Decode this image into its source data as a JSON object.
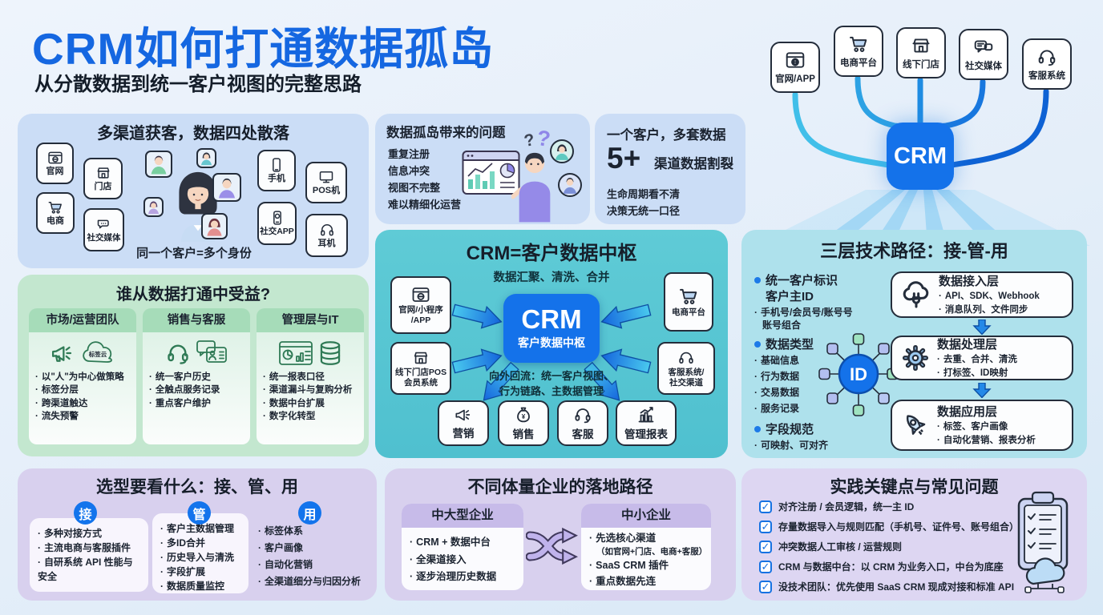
{
  "colors": {
    "title_blue": "#1567e1",
    "crm_blue": "#1472ea",
    "teal_panel": "#57c6d3",
    "cyan_panel": "#aee1ec",
    "blue_panel": "#cbddf6",
    "green_panel": "#c3e7cf",
    "lavender_panel": "#d8d0ee",
    "arrow_blue": "#2489e8"
  },
  "header": {
    "title": "CRM如何打通数据孤岛",
    "subtitle": "从分散数据到统一客户视图的完整思路"
  },
  "funnel": {
    "channels": [
      {
        "label": "官网/APP"
      },
      {
        "label": "电商平台"
      },
      {
        "label": "线下门店"
      },
      {
        "label": "社交媒体"
      },
      {
        "label": "客服系统"
      }
    ],
    "hub": "CRM"
  },
  "panel_channels": {
    "title": "多渠道获客，数据四处散落",
    "caption": "同一个客户=多个身份",
    "sources": [
      {
        "label": "官网"
      },
      {
        "label": "门店"
      },
      {
        "label": "电商"
      },
      {
        "label": "社交媒体"
      },
      {
        "label": "手机"
      },
      {
        "label": "POS机"
      },
      {
        "label": "社交APP"
      },
      {
        "label": "耳机"
      }
    ]
  },
  "panel_problems": {
    "title": "数据孤岛带来的问题",
    "bullets": [
      "重复注册",
      "信息冲突",
      "视图不完整",
      "难以精细化运营"
    ],
    "marks": [
      "?",
      "?"
    ]
  },
  "panel_fragment": {
    "title": "一个客户，多套数据",
    "big_number": "5+",
    "big_label": "渠道数据割裂",
    "bullets": [
      "生命周期看不清",
      "决策无统一口径"
    ]
  },
  "panel_benefit": {
    "title": "谁从数据打通中受益?",
    "columns": [
      {
        "header": "市场/运营团队",
        "cloud_label": "标签云",
        "bullets": [
          "以\"人\"为中心做策略",
          "标签分层",
          "跨渠道触达",
          "流失预警"
        ]
      },
      {
        "header": "销售与客服",
        "bullets": [
          "统一客户历史",
          "全触点服务记录",
          "重点客户维护"
        ]
      },
      {
        "header": "管理层与IT",
        "bullets": [
          "统一报表口径",
          "渠道漏斗与复购分析",
          "数据中台扩展",
          "数字化转型"
        ]
      }
    ]
  },
  "panel_hub": {
    "title": "CRM=客户数据中枢",
    "subtitle": "数据汇聚、清洗、合并",
    "source_left_1a": "官网/小程序",
    "source_left_1b": "/APP",
    "source_left_2a": "线下门店POS",
    "source_left_2b": "会员系统",
    "source_right_1": "电商平台",
    "source_right_2a": "客服系统/",
    "source_right_2b": "社交渠道",
    "center_title": "CRM",
    "center_subtitle": "客户数据中枢",
    "outflow_line1": "向外回流：统一客户视图、",
    "outflow_line2": "行为链路、主数据管理",
    "outputs": [
      {
        "label": "营销"
      },
      {
        "label": "销售"
      },
      {
        "label": "客服"
      },
      {
        "label": "管理报表"
      }
    ]
  },
  "panel_tech": {
    "title": "三层技术路径：接-管-用",
    "id_label": "ID",
    "item1_title": "统一客户标识",
    "item1_sub": "客户主ID",
    "item1_note1": "手机号/会员号/账号号",
    "item1_note2": "账号组合",
    "item2_title": "数据类型",
    "item2_bullets": [
      "基础信息",
      "行为数据",
      "交易数据",
      "服务记录"
    ],
    "item3_title": "字段规范",
    "item3_note": "可映射、可对齐",
    "layers": [
      {
        "title": "数据接入层",
        "bullets": [
          "API、SDK、Webhook",
          "消息队列、文件同步"
        ]
      },
      {
        "title": "数据处理层",
        "bullets": [
          "去重、合并、清洗",
          "打标签、ID映射"
        ]
      },
      {
        "title": "数据应用层",
        "bullets": [
          "标签、客户画像",
          "自动化营销、报表分析"
        ]
      }
    ]
  },
  "panel_select": {
    "title": "选型要看什么：接、管、用",
    "groups": [
      {
        "badge": "接",
        "bullets": [
          "多种对接方式",
          "主流电商与客服插件",
          "自研系统 API 性能与安全"
        ]
      },
      {
        "badge": "管",
        "bullets": [
          "客户主数据管理",
          "多ID合并",
          "历史导入与清洗",
          "字段扩展",
          "数据质量监控"
        ]
      },
      {
        "badge": "用",
        "bullets": [
          "标签体系",
          "客户画像",
          "自动化营销",
          "全渠道细分与归因分析"
        ]
      }
    ]
  },
  "panel_path": {
    "title": "不同体量企业的落地路径",
    "left": {
      "header": "中大型企业",
      "bullets": [
        "CRM + 数据中台",
        "全渠道接入",
        "逐步治理历史数据"
      ]
    },
    "right": {
      "header": "中小企业",
      "bullet1": "先选核心渠道",
      "bullet1_note": "（如官网+门店、电商+客服）",
      "bullet2": "SaaS CRM 插件",
      "bullet3": "重点数据先连"
    }
  },
  "panel_practice": {
    "title": "实践关键点与常见问题",
    "items": [
      "对齐注册 / 会员逻辑，统一主 ID",
      "存量数据导入与规则匹配（手机号、证件号、账号组合）",
      "冲突数据人工审核 / 运营规则",
      "CRM 与数据中台：以 CRM 为业务入口，中台为底座",
      "没技术团队：优先使用 SaaS CRM 现成对接和标准 API"
    ]
  }
}
